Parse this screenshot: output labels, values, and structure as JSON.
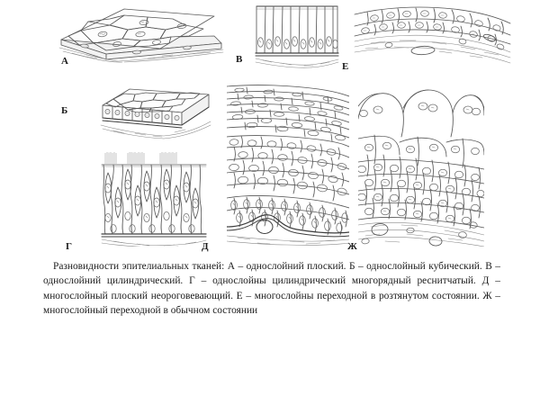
{
  "figure": {
    "title_text": "Разновидности эпителиальных тканей",
    "panels": [
      {
        "id": "A",
        "label": "А",
        "name": "single-layer-squamous-epithelium",
        "description": "однослойний плоский"
      },
      {
        "id": "B",
        "label": "Б",
        "name": "single-layer-cuboidal-epithelium",
        "description": "однослойный кубический"
      },
      {
        "id": "V",
        "label": "В",
        "name": "single-layer-columnar-epithelium",
        "description": "однослойний цилиндрический"
      },
      {
        "id": "G",
        "label": "Г",
        "name": "pseudostratified-ciliated-columnar-epithelium",
        "description": "однослойны цилиндрический многорядный реснитчатый"
      },
      {
        "id": "D",
        "label": "Д",
        "name": "stratified-squamous-nonkeratinized-epithelium",
        "description": "многослойный плоский неороговевающий"
      },
      {
        "id": "E",
        "label": "Е",
        "name": "stratified-transitional-epithelium-stretched",
        "description": "многослойны переходной в розтянутом состоянии"
      },
      {
        "id": "ZH",
        "label": "Ж",
        "name": "stratified-transitional-epithelium-relaxed",
        "description": "многослойный переходной в обычном состоянии"
      }
    ]
  },
  "caption": {
    "full_text": "Разновидности эпителиальных тканей: А – однослойний плоский. Б – однослойный кубический. В – однослойний цилиндрический. Г – однослойны цилиндрический многорядный реснитчатый. Д – многослойный плоский неороговевающий. Е – многослойны переходной в розтянутом состоянии. Ж – многослойный переходной в обычном состоянии"
  },
  "colors": {
    "background": "#ffffff",
    "ink": "#575757",
    "ink_dark": "#3d3d3d",
    "ink_light": "#8a8a8a",
    "text": "#1b1b1b"
  }
}
